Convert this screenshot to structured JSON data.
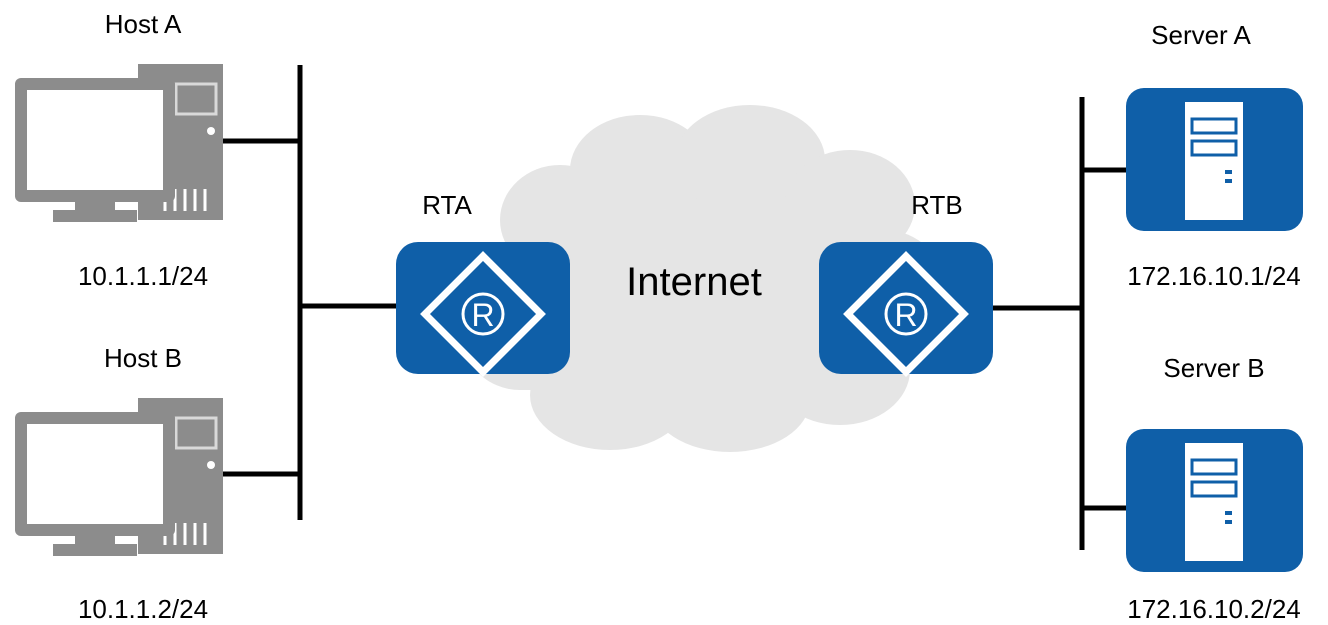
{
  "hosts": [
    {
      "name": "Host A",
      "ip": "10.1.1.1/24"
    },
    {
      "name": "Host B",
      "ip": "10.1.1.2/24"
    }
  ],
  "routers": [
    {
      "name": "RTA",
      "symbol": "R"
    },
    {
      "name": "RTB",
      "symbol": "R"
    }
  ],
  "cloud": {
    "label": "Internet"
  },
  "servers": [
    {
      "name": "Server A",
      "ip": "172.16.10.1/24"
    },
    {
      "name": "Server B",
      "ip": "172.16.10.2/24"
    }
  ],
  "colors": {
    "device_blue": "#0f5fa8",
    "pc_gray": "#8c8c8c",
    "pc_light": "#d9d9d9",
    "cloud_fill": "#e5e5e5",
    "line": "#000000"
  }
}
